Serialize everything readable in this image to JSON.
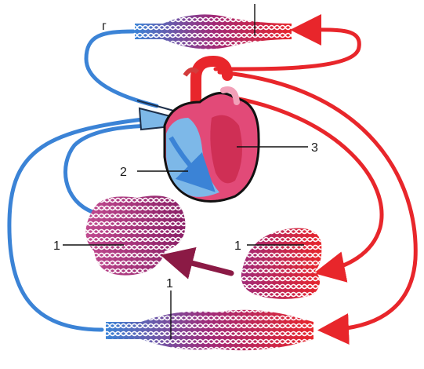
{
  "labels": {
    "top_left": "г",
    "heart_3": "3",
    "heart_2": "2",
    "capillary_left": "1",
    "capillary_right": "1",
    "capillary_bottom": "1"
  },
  "colors": {
    "vein_blue": "#3b83d6",
    "artery_red": "#e8262b",
    "capillary_purple": "#a12a78",
    "portal_arrow": "#8b1a45",
    "heart_pink": "#e24a78",
    "heart_blue": "#7db8e8"
  }
}
